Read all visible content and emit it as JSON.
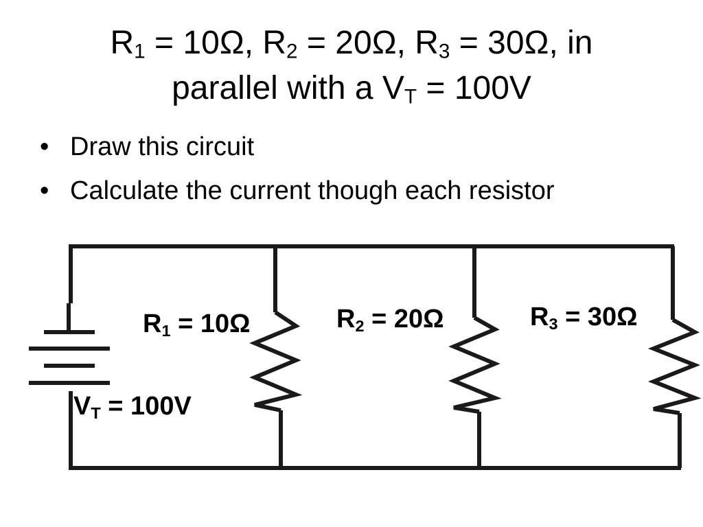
{
  "title": {
    "line1": {
      "r1_sym": "R",
      "r1_sub": "1",
      "r1_rest": " = 10Ω, ",
      "r2_sym": "R",
      "r2_sub": "2",
      "r2_rest": " = 20Ω, ",
      "r3_sym": "R",
      "r3_sub": "3",
      "r3_rest": " = 30Ω, in"
    },
    "line2": {
      "prefix": "parallel with a V",
      "sub": "T",
      "rest": " = 100V"
    }
  },
  "bullets": [
    {
      "dot": "•",
      "text": "Draw this circuit"
    },
    {
      "dot": "•",
      "text": "Calculate the current though each resistor"
    }
  ],
  "diagram": {
    "labels": {
      "r1": {
        "sym": "R",
        "sub": "1",
        "rest": " = 10Ω"
      },
      "r2": {
        "sym": "R",
        "sub": "2",
        "rest": " = 20Ω"
      },
      "r3": {
        "sym": "R",
        "sub": "3",
        "rest": " = 30Ω"
      },
      "vt": {
        "sym": "V",
        "sub": "T",
        "rest": " = 100V"
      }
    },
    "wire_color": "#1a1a1a"
  }
}
